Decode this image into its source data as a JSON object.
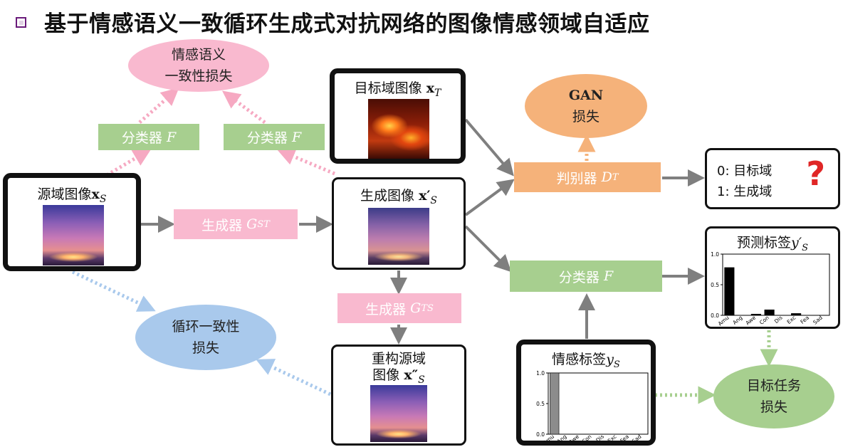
{
  "header": {
    "title": "基于情感语义一致循环生成式对抗网络的图像情感领域自适应"
  },
  "nodes": {
    "semantic_loss": {
      "line1": "情感语义",
      "line2": "一致性损失"
    },
    "classifier_left": {
      "label": "分类器",
      "sym": "F"
    },
    "classifier_mid": {
      "label": "分类器",
      "sym": "F"
    },
    "source_image": {
      "label": "源域图像",
      "sym": "x",
      "sub": "S"
    },
    "generator_st": {
      "label": "生成器",
      "sym": "G",
      "sub": "ST"
    },
    "target_image": {
      "label": "目标域图像",
      "sym": "x",
      "sub": "T"
    },
    "generated_image": {
      "label": "生成图像",
      "sym": "x′",
      "sub": "S"
    },
    "gan_loss": {
      "line1": "GAN",
      "line2": "损失"
    },
    "discriminator": {
      "label": "判别器",
      "sym": "D",
      "sub": "T"
    },
    "discriminator_output": {
      "line1": "0: 目标域",
      "line2": "1: 生成域",
      "question": "?"
    },
    "generator_ts": {
      "label": "生成器",
      "sym": "G",
      "sub": "TS"
    },
    "cycle_loss": {
      "line1": "循环一致性",
      "line2": "损失"
    },
    "reconstructed_image": {
      "line1": "重构源域",
      "line2": "图像",
      "sym": "x″",
      "sub": "S"
    },
    "classifier_right": {
      "label": "分类器",
      "sym": "F"
    },
    "predicted_label": {
      "label": "预测标签",
      "sym": "y′",
      "sub": "S"
    },
    "emotion_label": {
      "label": "情感标签",
      "sym": "y",
      "sub": "S"
    },
    "target_loss": {
      "line1": "目标任务",
      "line2": "损失"
    }
  },
  "colors": {
    "green": "#a7cf8f",
    "pink": "#f9b9cf",
    "orange": "#f5b27a",
    "blue": "#a9c9ec",
    "gray_arrow": "#7f7f7f",
    "question": "#e02626"
  },
  "chart_data": [
    {
      "type": "bar",
      "title": "预测标签 y′S",
      "categories": [
        "Amu",
        "Ang",
        "Awe",
        "Con",
        "Dis",
        "Exc",
        "Fea",
        "Sad"
      ],
      "values": [
        0.78,
        0.0,
        0.02,
        0.09,
        0.0,
        0.03,
        0.0,
        0.0
      ],
      "yticks": [
        "0.0",
        "0.5",
        "1.0"
      ],
      "ylim": [
        0,
        1
      ],
      "bar_color": "#000000"
    },
    {
      "type": "bar",
      "title": "情感标签 yS",
      "categories": [
        "Amu",
        "Ang",
        "Awe",
        "Con",
        "Dis",
        "Exc",
        "Fea",
        "Sad"
      ],
      "values": [
        1.0,
        0,
        0,
        0,
        0,
        0,
        0,
        0
      ],
      "yticks": [
        "0.0",
        "0.5",
        "1.0"
      ],
      "ylim": [
        0,
        1
      ],
      "bar_color": "#8c8c8c"
    }
  ]
}
